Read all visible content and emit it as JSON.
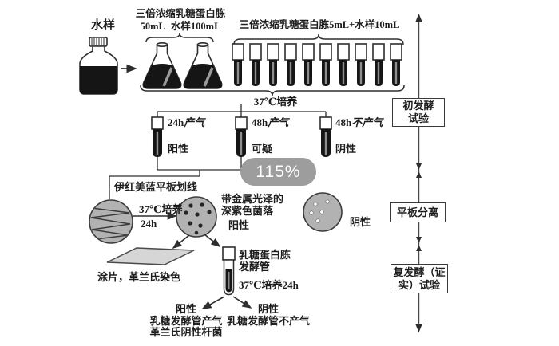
{
  "zoom_badge": {
    "label": "115%"
  },
  "sample": {
    "label": "水样"
  },
  "enrichment_flasks": {
    "label_line1": "三倍浓缩乳糖蛋白胨",
    "label_line2": "50mL+水样100mL",
    "flask_count": 2
  },
  "enrichment_tubes": {
    "label": "三倍浓缩乳糖蛋白胨5mL+水样10mL",
    "tube_count": 10
  },
  "incubation_main": {
    "label": "37℃培养"
  },
  "branches": [
    {
      "time": "24h",
      "gas": "产气",
      "result": "阳性"
    },
    {
      "time": "48h",
      "gas": "产气",
      "result": "可疑"
    },
    {
      "time": "48h",
      "gas": "不产气",
      "result": "阴性"
    }
  ],
  "plating": {
    "streak_label": "伊红美蓝平板划线",
    "incubation": "37℃培养",
    "duration": "24h",
    "positive_desc1": "带金属光泽的",
    "positive_desc2": "深紫色菌落",
    "positive_result": "阳性",
    "negative_result": "阴性"
  },
  "smear": {
    "label": "涂片，革兰氏染色"
  },
  "confirm_tube": {
    "line1": "乳糖蛋白胨",
    "line2": "发酵管",
    "incubation": "37℃培养24h"
  },
  "results": {
    "positive": {
      "title": "阳性",
      "line1": "乳糖发酵管产气",
      "line2": "革兰氏阴性杆菌"
    },
    "negative": {
      "title": "阴性",
      "line1": "乳糖发酵管不产气"
    }
  },
  "stages": [
    {
      "line1": "初发酵",
      "line2": "试验"
    },
    {
      "line1": "平板分离",
      "line2": ""
    },
    {
      "line1": "复发酵（证",
      "line2": "实）试验"
    }
  ],
  "icons": {
    "water_bottle": "sample-bottle",
    "erlenmeyer_flask": "conical-flask",
    "test_tube": "capped-test-tube",
    "streak_plate": "petri-dish-with-streaks",
    "colony_plate": "petri-dish-with-colonies",
    "glass_slide": "parallelogram-slide",
    "flow_arrow": "double-headed-vertical-axis"
  },
  "colors": {
    "ink": "#2e2e2e",
    "dark_fill": "#151515",
    "plate_gray": "#b2b2b2",
    "slide_gray": "#d6d6d6",
    "badge_gray": "#9d9d9d"
  }
}
